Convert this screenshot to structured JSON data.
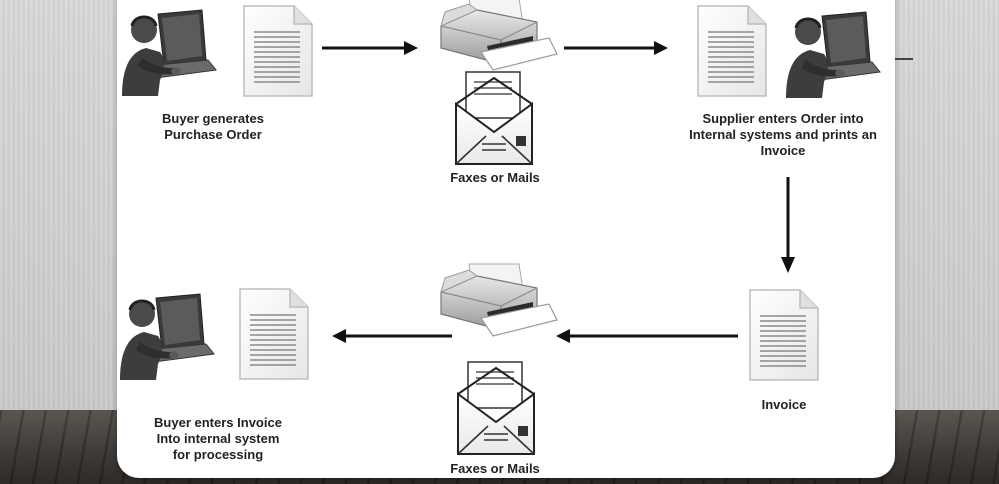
{
  "labels": {
    "buyer_generates_line1": "Buyer generates",
    "buyer_generates_line2": "Purchase Order",
    "faxes_mails_top": "Faxes or Mails",
    "supplier_line1": "Supplier enters Order into",
    "supplier_line2": "Internal systems and prints an",
    "supplier_line3": "Invoice",
    "invoice": "Invoice",
    "faxes_mails_bottom": "Faxes or Mails",
    "buyer_enters_line1": "Buyer enters Invoice",
    "buyer_enters_line2": "Into internal system",
    "buyer_enters_line3": "for processing"
  },
  "icons": {
    "person": "person-at-laptop-icon",
    "document": "document-icon",
    "printer": "fax-printer-icon",
    "envelope": "envelope-icon",
    "arrow": "arrow-icon"
  }
}
